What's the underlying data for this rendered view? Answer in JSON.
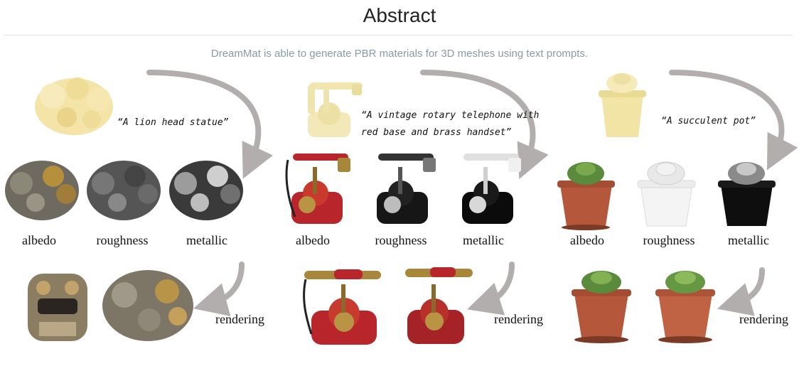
{
  "header": {
    "title": "Abstract",
    "subtitle": "DreamMat is able to generate PBR materials for 3D meshes using text prompts."
  },
  "examples": [
    {
      "prompt": "“A lion head statue”",
      "labels": [
        "albedo",
        "roughness",
        "metallic"
      ],
      "rendering_label": "rendering"
    },
    {
      "prompt_line1": "“A vintage rotary telephone with",
      "prompt_line2": "red base and brass handset”",
      "labels": [
        "albedo",
        "roughness",
        "metallic"
      ],
      "rendering_label": "rendering"
    },
    {
      "prompt": "“A succulent pot”",
      "labels": [
        "albedo",
        "roughness",
        "metallic"
      ],
      "rendering_label": "rendering"
    }
  ],
  "colors": {
    "arrow": "#b3aeae",
    "lion_mesh": "#f4e4a8",
    "phone_red": "#b8252a",
    "pot_terracotta": "#b4573a",
    "succulent_green": "#5a8a3c"
  }
}
